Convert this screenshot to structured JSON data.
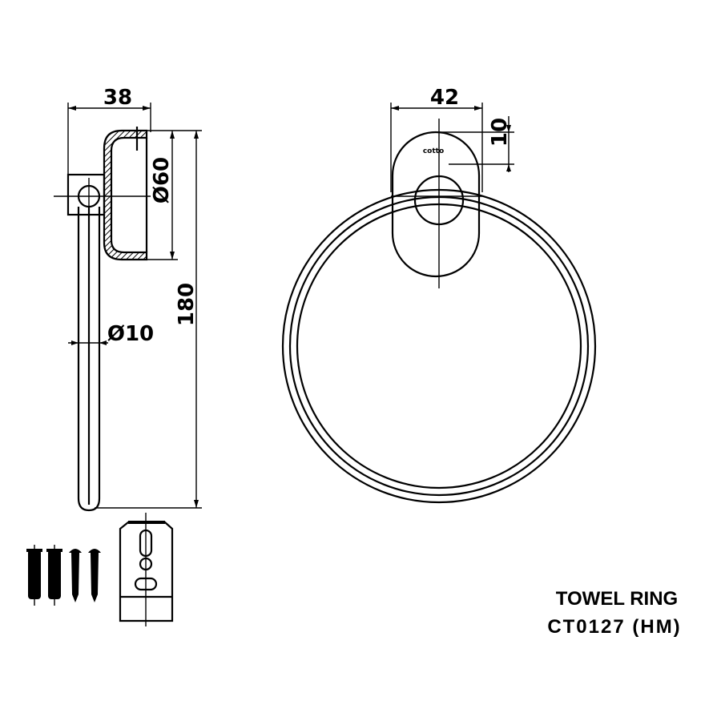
{
  "dimensions": {
    "side_depth": "38",
    "plate_width": "42",
    "plate_offset": "10",
    "plate_diameter": "Ø60",
    "overall_height": "180",
    "rod_diameter": "Ø10"
  },
  "logo": "cotto",
  "product": {
    "name": "TOWEL RING",
    "code": "CT0127 (HM)"
  },
  "colors": {
    "line": "#000000",
    "background": "#ffffff"
  }
}
